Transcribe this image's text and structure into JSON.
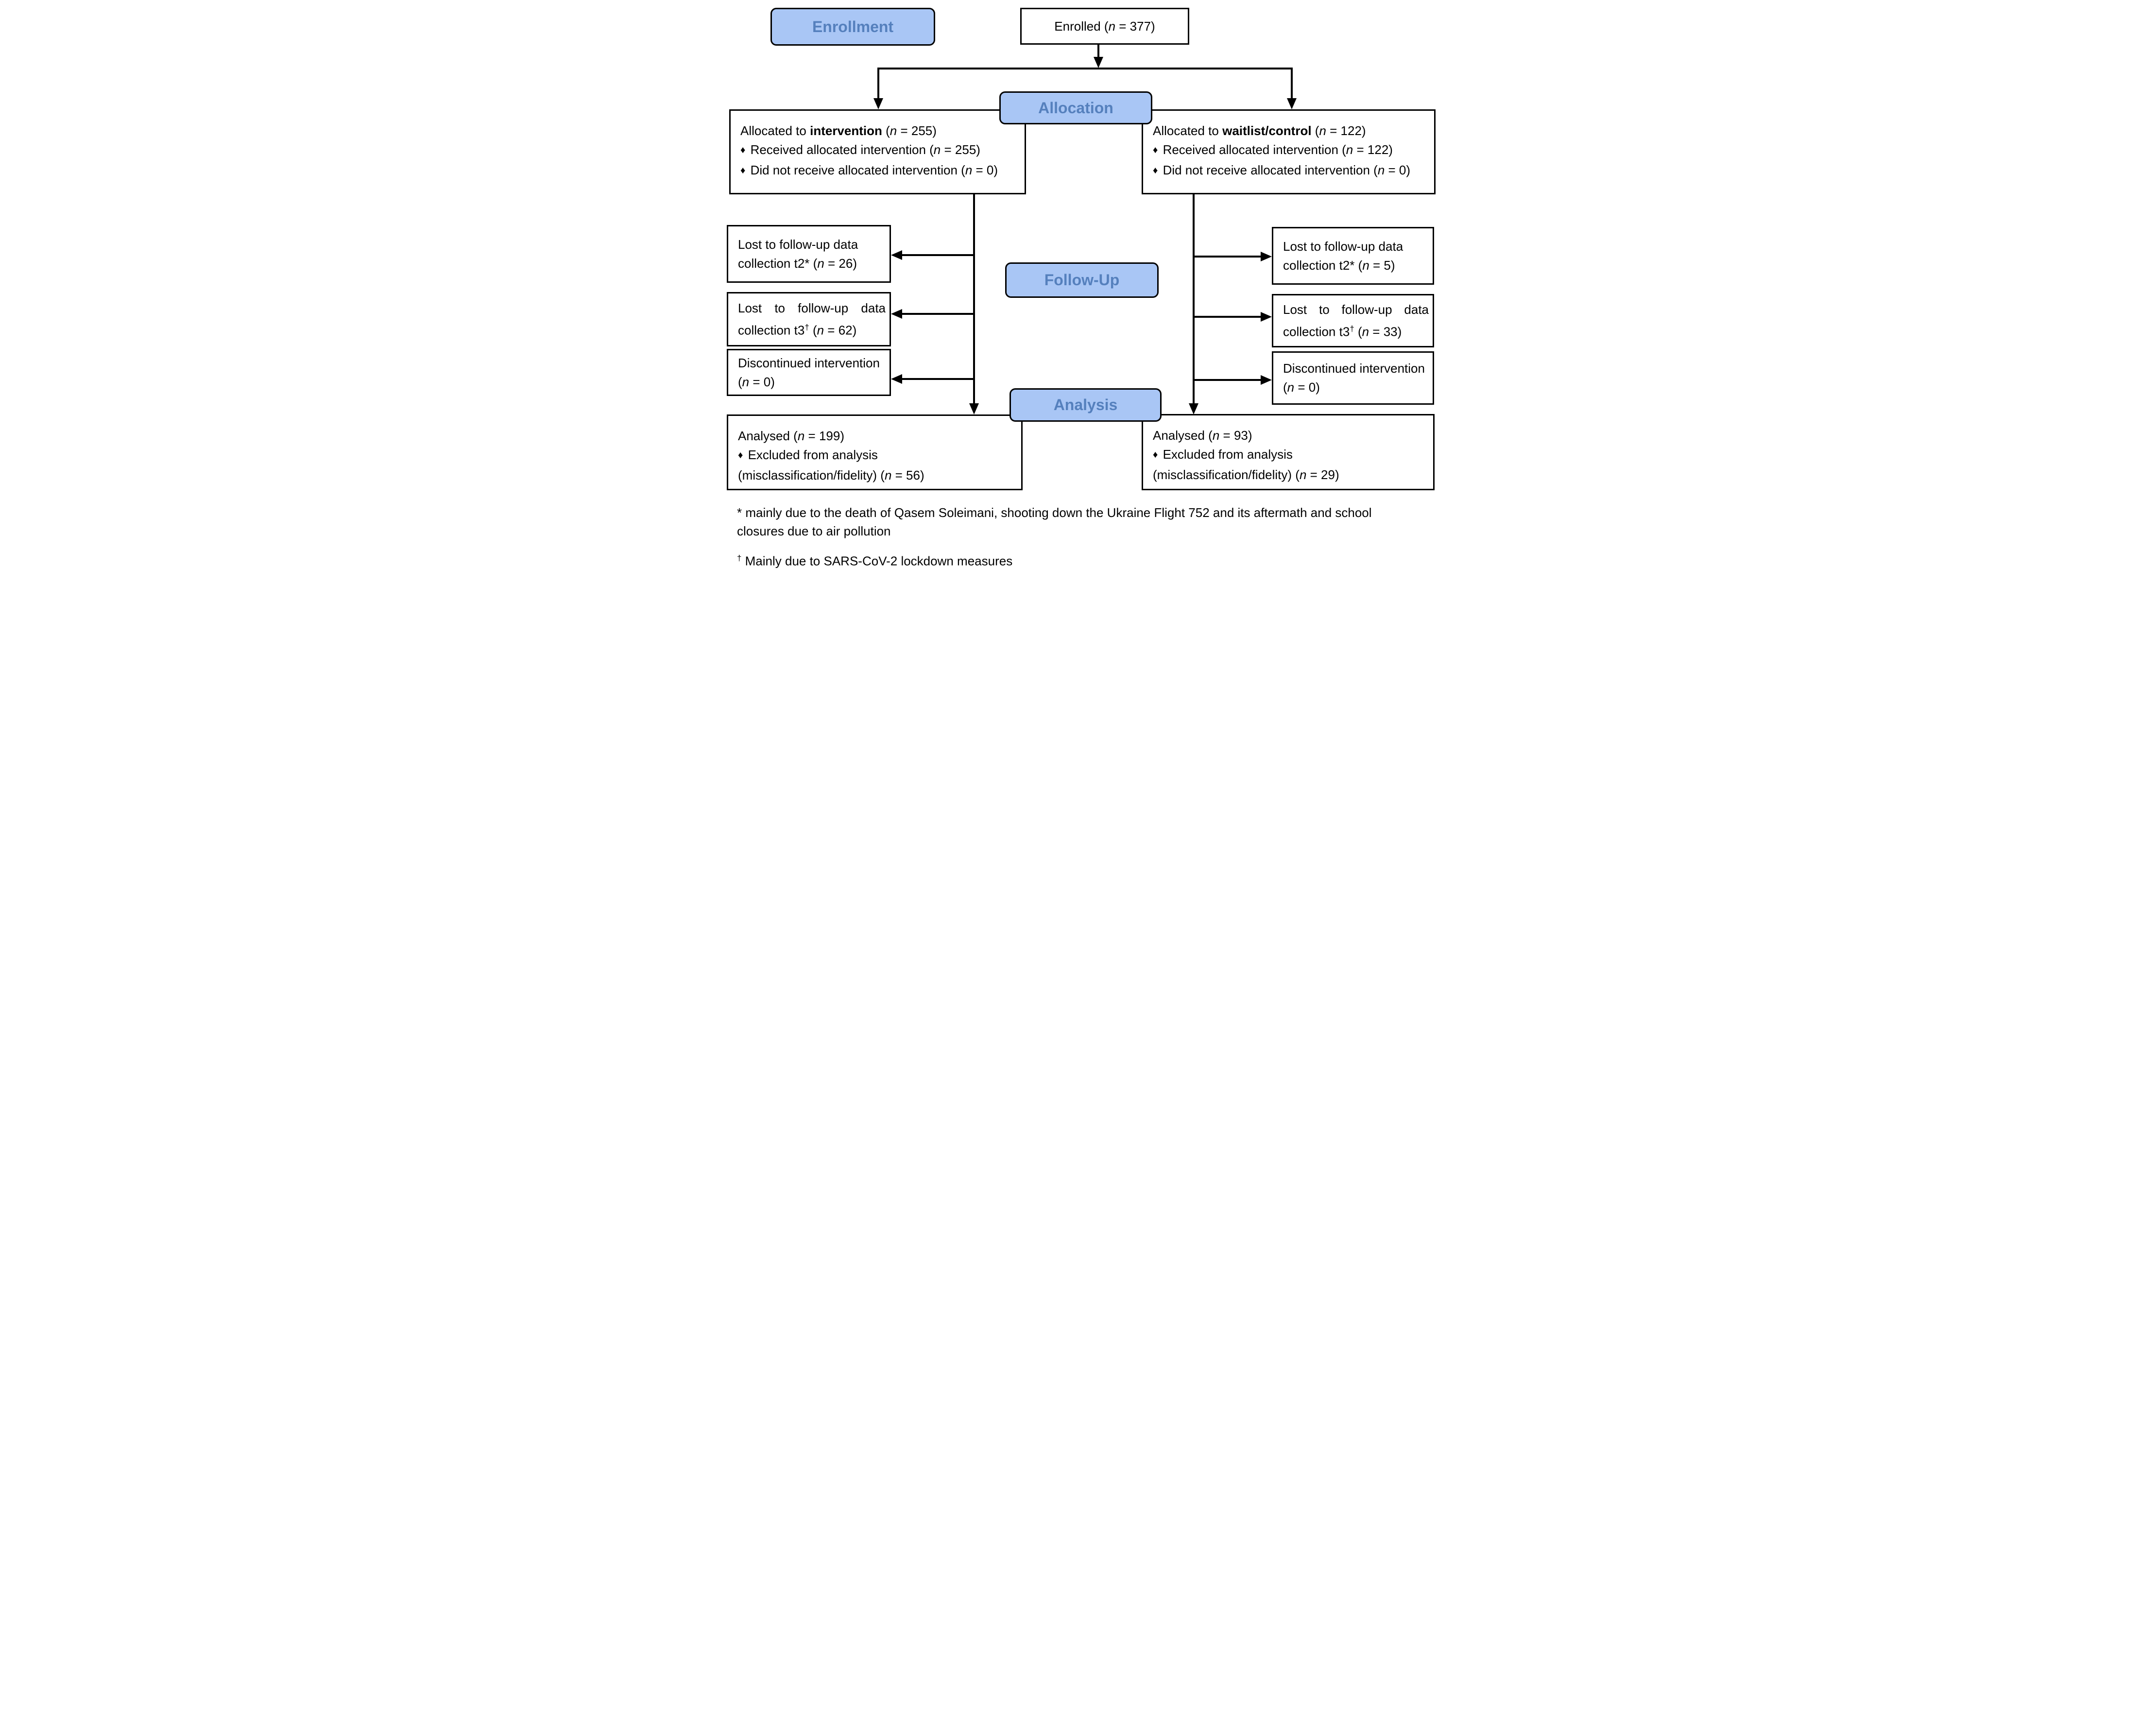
{
  "colors": {
    "label_fill": "#a9c6f5",
    "label_text": "#5580bd",
    "box_border": "#000000",
    "background": "#ffffff"
  },
  "stage_labels": {
    "enrollment": "Enrollment",
    "allocation": "Allocation",
    "followup": "Follow-Up",
    "analysis": "Analysis"
  },
  "boxes": {
    "enrolled": {
      "text": "Enrolled ({i}n{/i} = 377)"
    },
    "alloc_left": {
      "lines": [
        "Allocated to {b}intervention{/b} ({i}n{/i} = 255)",
        "{bu}Received allocated intervention ({i}n{/i} = 255)",
        "{bu}Did not receive allocated intervention ({i}n{/i} = 0)"
      ]
    },
    "alloc_right": {
      "lines": [
        "Allocated to {b}waitlist/control{/b} ({i}n{/i} = 122)",
        "{bu}Received allocated intervention ({i}n{/i} = 122)",
        "{bu}Did not receive allocated intervention ({i}n{/i} = 0)"
      ]
    },
    "lost_t2_left": {
      "text": "Lost to follow-up data collection t2* ({i}n{/i} = 26)"
    },
    "lost_t3_left": {
      "text": "Lost to follow-up data collection t3{sup}†{/sup} ({i}n{/i} = 62)"
    },
    "discontinued_left": {
      "text": "Discontinued intervention ({i}n{/i} = 0)"
    },
    "lost_t2_right": {
      "text": "Lost to follow-up data collection t2* ({i}n{/i} = 5)"
    },
    "lost_t3_right": {
      "text": "Lost to follow-up data collection t3{sup}†{/sup} ({i}n{/i} = 33)"
    },
    "discontinued_right": {
      "text": "Discontinued intervention ({i}n{/i} = 0)"
    },
    "analysed_left": {
      "lines": [
        "Analysed ({i}n{/i} = 199)",
        "{bu}Excluded from analysis",
        "(misclassification/fidelity) ({i}n{/i} = 56)"
      ]
    },
    "analysed_right": {
      "lines": [
        "Analysed ({i}n{/i} = 93)",
        "{bu}Excluded from analysis",
        "(misclassification/fidelity) ({i}n{/i} = 29)"
      ]
    }
  },
  "footnotes": {
    "fn1": "* mainly due to the death of Qasem Soleimani, shooting down the Ukraine Flight 752 and its aftermath and school closures due to air pollution",
    "fn2": "{sup}†{/sup} Mainly due to SARS-CoV-2 lockdown measures"
  }
}
